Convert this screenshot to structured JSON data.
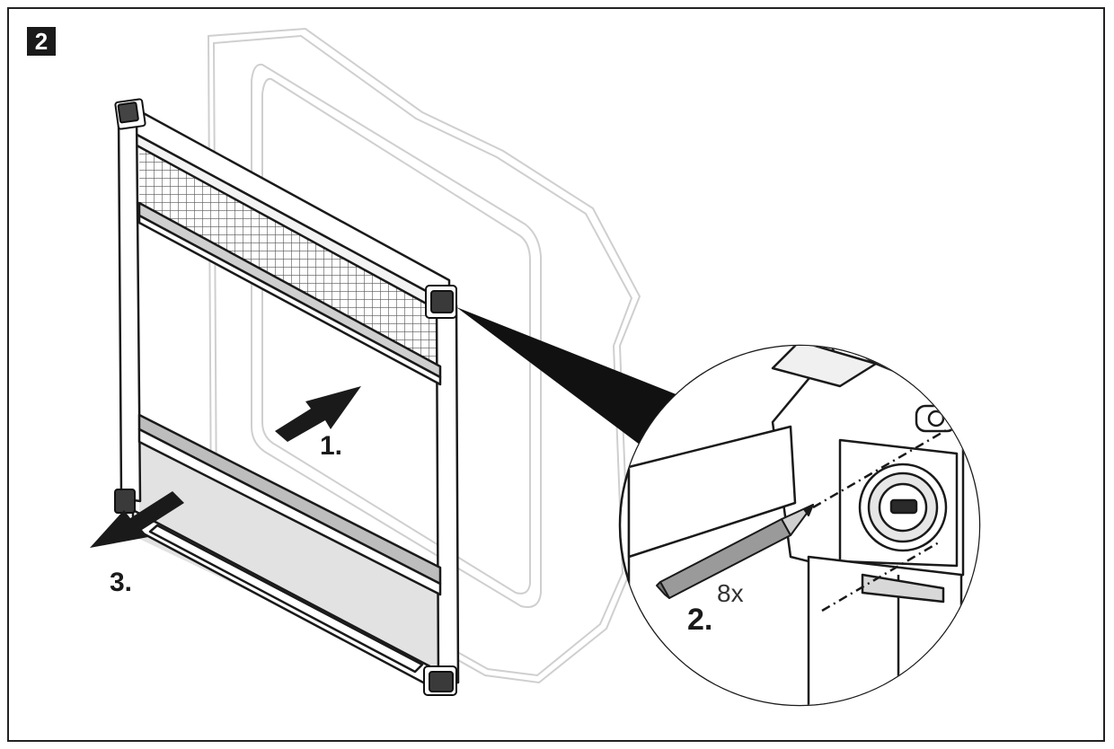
{
  "figure": {
    "step_number": "2",
    "labels": {
      "step1": "1.",
      "step2": "2.",
      "step3": "3.",
      "repeat_count": "8x"
    }
  }
}
